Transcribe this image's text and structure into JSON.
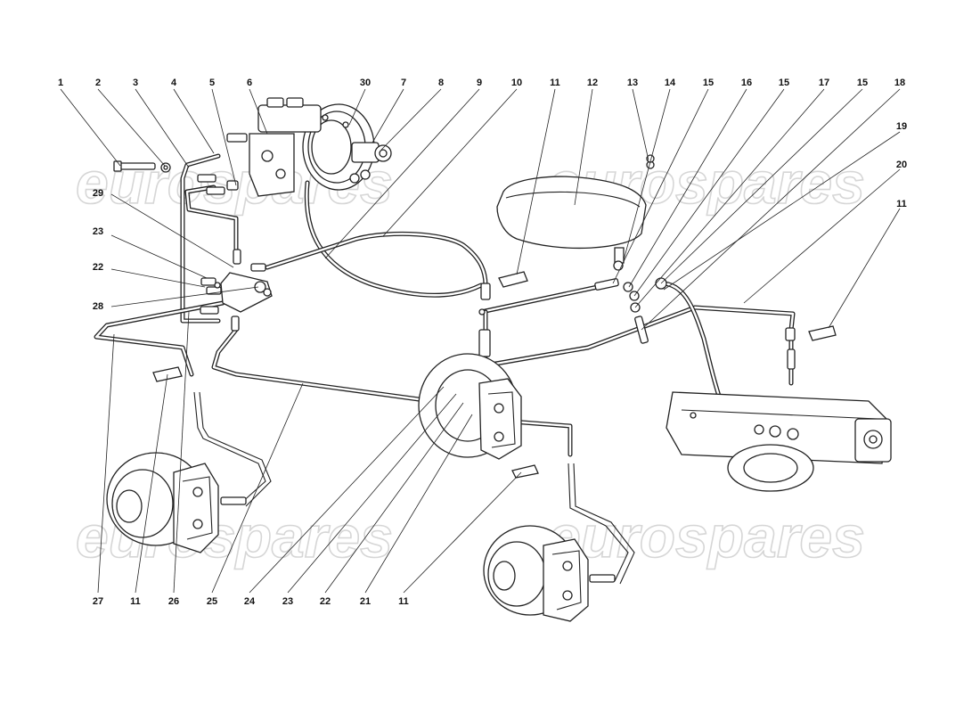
{
  "callouts": {
    "top": [
      "1",
      "2",
      "3",
      "4",
      "5",
      "6",
      "30",
      "7",
      "8",
      "9",
      "10",
      "11",
      "12",
      "13",
      "14",
      "15",
      "16",
      "15",
      "17",
      "15",
      "18"
    ],
    "right": [
      "19",
      "20",
      "11"
    ],
    "left": [
      "29",
      "23",
      "22",
      "28"
    ],
    "bottom": [
      "27",
      "11",
      "26",
      "25",
      "24",
      "23",
      "22",
      "21",
      "11"
    ]
  },
  "watermark": {
    "text": "eurospares"
  },
  "colors": {
    "line": "#222222",
    "watermark": "#d6d6d6",
    "background": "#ffffff"
  }
}
